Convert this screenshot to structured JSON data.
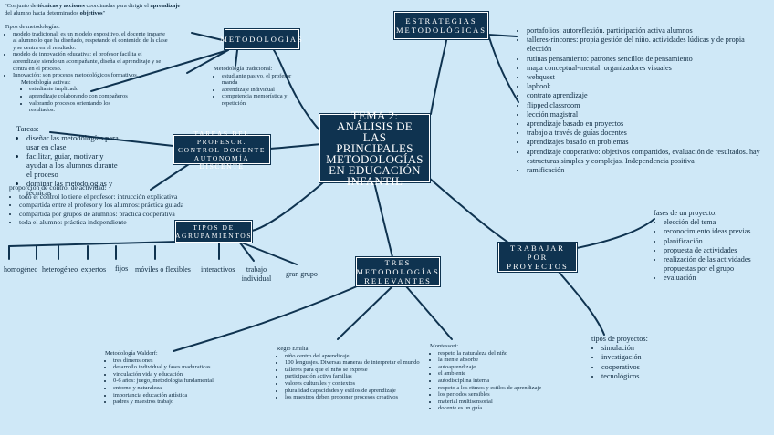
{
  "central": {
    "title": "TEMA 2: ANÁLISIS DE LAS PRINCIPALES METODOLOGÍAS EN EDUCACIÓN INFANTIL"
  },
  "nodes": {
    "metodologias": "METODOLOGÍAS",
    "estrategias": "ESTRATEGIAS METODOLÓGICAS",
    "tareas_profesor": "TAREAS DEL PROFESOR. CONTROL DOCENTE AUTONOMÍA DISCENTE",
    "tipos_agrupamientos": "TIPOS DE AGRUPAMIENTOS",
    "tres_metodologias": "TRES METODOLOGÍAS RELEVANTES",
    "trabajar_proyectos": "TRABAJAR POR PROYECTOS"
  },
  "intro": {
    "quote_pre": "\"Conjunto de ",
    "quote_b1": "técnicas y acciones",
    "quote_mid": " coordinadas para dirigir el ",
    "quote_b2": "aprendizaje",
    "quote_mid2": " del alumno hacia determinados ",
    "quote_b3": "objetivos",
    "quote_end": "\"",
    "types_title": "Tipos de metodologías:",
    "types": [
      "modelo tradicional: es un modelo expositivo, el docente imparte al alumno lo que ha diseñado, respetando el contenido de la clase y se centra en el resultado.",
      "modelo de innovación educativa: el profesor facilita el aprendizaje siendo un acompañante, diseña el aprendizaje y se centra en el proceso.",
      "Innovación: son procesos metodológicos formativos."
    ],
    "active_title": "Metodología activas:",
    "active": [
      "estudiante implicado",
      "aprendizaje colaborando con compañeros",
      "valorando procesos orientando los resultados."
    ]
  },
  "traditional": {
    "title": "Metodología tradicional:",
    "items": [
      "estudiante pasivo, el profesor manda",
      "aprendizaje individual",
      "competencia memorística y repetición"
    ]
  },
  "tareas": {
    "title": "Tareas:",
    "items": [
      "diseñar las metodologías para usar en clase",
      "facilitar, guiar, motivar y ayudar a los alumnos durante el proceso",
      "dominar las metodologías y técnicas"
    ]
  },
  "proporcion": {
    "title": "proporción de control de actividad:",
    "items": [
      "todo el control lo tiene el profesor: intrucción explicativa",
      "compartida entre el profesor y los alumnos: práctica guiada",
      "compartida por grupos de alumnos: práctica cooperativa",
      "toda el alumno: práctica independiente"
    ]
  },
  "agrupamientos": [
    "homogéneo",
    "heterogéneo",
    "expertos",
    "fijos",
    "móviles o flexibles",
    "interactivos",
    "trabajo individual",
    "gran grupo"
  ],
  "estrategias_list": [
    "portafolios: autoreflexión. participación activa alumnos",
    "talleres-rincones: propia gestión del niño. actividades lúdicas y de propia elección",
    "rutinas pensamiento: patrones sencillos de pensamiento",
    "mapa conceptual-mental: organizadores visuales",
    "webquest",
    "lapbook",
    "contrato aprendizaje",
    "flipped classroom",
    "lección magistral",
    "aprendizaje basado en proyectos",
    "trabajo a través de guías docentes",
    "aprendizajes basado en problemas",
    "aprendizaje cooperativo: objetivos compartidos, evaluación de resultados. hay estructuras simples y complejas. Independencia positiva",
    "ramificación"
  ],
  "fases": {
    "title": "fases de un proyecto:",
    "items": [
      "elección del tema",
      "reconocimiento ideas previas",
      "planificación",
      "propuesta de actividades",
      "realización de las actividades propuestas por el grupo",
      "evaluación"
    ]
  },
  "tipos_proyectos": {
    "title": "tipos de proyectos:",
    "items": [
      "simulación",
      "investigación",
      "cooperativos",
      "tecnológicos"
    ]
  },
  "waldorf": {
    "title": "Metodología Waldorf:",
    "items": [
      "tres dimensiones",
      "desarrollo individual y fases maduraticas",
      "vinculación vida y educación",
      "0-6 años: juego, metodología fundamental",
      "entorno y naturaleza",
      "importancia educación artística",
      "padres y maestros trabajo"
    ]
  },
  "reggio": {
    "title": "Regio Emilia:",
    "items": [
      "niño centro del aprendizaje",
      "100 lenguajes. Diversas maneras de interpretar el mundo",
      "talleres para que el niño se exprese",
      "participación activa familias",
      "valores culturales y contextos",
      "pluralidad capacidades y estilos de aprendizaje",
      "los maestros deben proponer procesos creativos"
    ]
  },
  "montessori": {
    "title": "Montessori:",
    "items": [
      "respeto la naturaleza del niño",
      "la mente absorbe",
      "autoaprendizaje",
      "el ambiente",
      "autodisciplina interna",
      "respeto a los ritmos y estilos de aprendizaje",
      "los periodos sensibles",
      "material multisensorial",
      "docente es un guía"
    ]
  }
}
